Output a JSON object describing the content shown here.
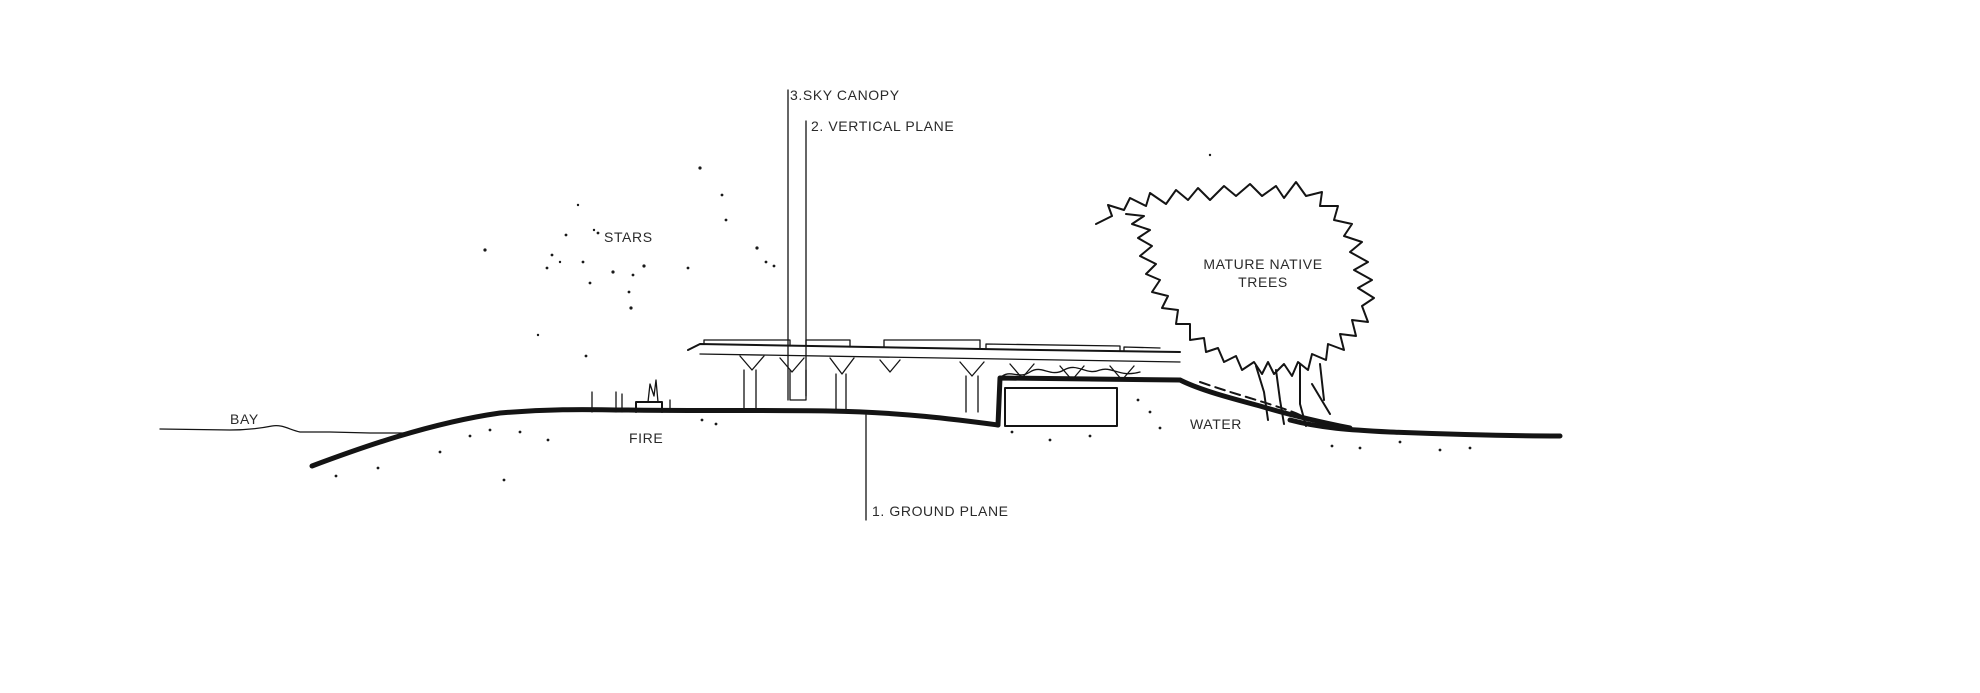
{
  "labels": {
    "sky_canopy": "3.SKY CANOPY",
    "vertical_plane": "2. VERTICAL PLANE",
    "stars": "STARS",
    "mature_trees_line1": "MATURE NATIVE",
    "mature_trees_line2": "TREES",
    "bay": "BAY",
    "fire": "FIRE",
    "water": "WATER",
    "ground_plane": "1. GROUND PLANE"
  },
  "colors": {
    "ink": "#141414",
    "label": "#2a2a2a",
    "background": "#ffffff"
  }
}
